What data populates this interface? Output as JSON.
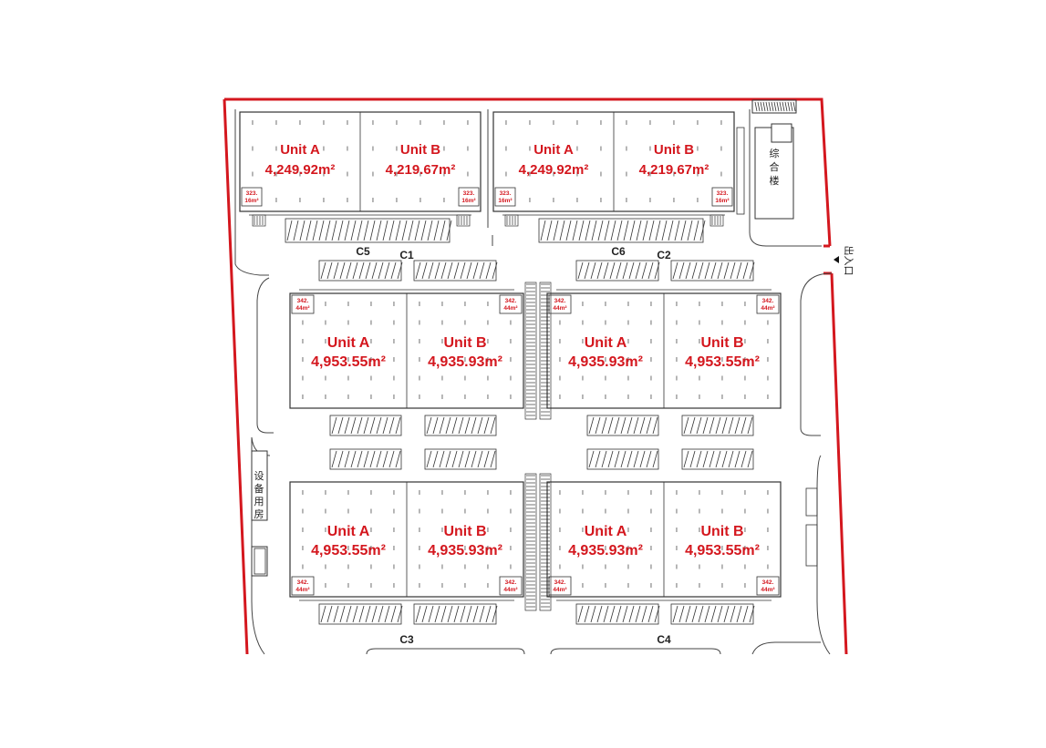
{
  "colors": {
    "boundary": "#d4171e",
    "label": "#d4171e",
    "line": "#333333"
  },
  "buildings": [
    {
      "id": "C5",
      "units": [
        {
          "name": "Unit A",
          "area": "4,249.92m²"
        },
        {
          "name": "Unit B",
          "area": "4,219.67m²"
        }
      ],
      "corner_left": [
        "323.",
        "16m²"
      ],
      "corner_right": [
        "323.",
        "16m²"
      ]
    },
    {
      "id": "C6",
      "units": [
        {
          "name": "Unit A",
          "area": "4,249.92m²"
        },
        {
          "name": "Unit B",
          "area": "4,219.67m²"
        }
      ],
      "corner_left": [
        "323.",
        "16m²"
      ],
      "corner_right": [
        "323.",
        "16m²"
      ]
    },
    {
      "id": "C1",
      "units": [
        {
          "name": "Unit A",
          "area": "4,953.55m²"
        },
        {
          "name": "Unit B",
          "area": "4,935.93m²"
        }
      ],
      "corner_left": [
        "342.",
        "44m²"
      ],
      "corner_right": [
        "342.",
        "44m²"
      ]
    },
    {
      "id": "C2",
      "units": [
        {
          "name": "Unit A",
          "area": "4,935.93m²"
        },
        {
          "name": "Unit B",
          "area": "4,953.55m²"
        }
      ],
      "corner_left": [
        "342.",
        "44m²"
      ],
      "corner_right": [
        "342.",
        "44m²"
      ]
    },
    {
      "id": "C3",
      "units": [
        {
          "name": "Unit A",
          "area": "4,953.55m²"
        },
        {
          "name": "Unit B",
          "area": "4,935.93m²"
        }
      ],
      "corner_left": [
        "342.",
        "44m²"
      ],
      "corner_right": [
        "342.",
        "44m²"
      ]
    },
    {
      "id": "C4",
      "units": [
        {
          "name": "Unit A",
          "area": "4,935.93m²"
        },
        {
          "name": "Unit B",
          "area": "4,953.55m²"
        }
      ],
      "corner_left": [
        "342.",
        "44m²"
      ],
      "corner_right": [
        "342.",
        "44m²"
      ]
    }
  ],
  "block_labels": [
    "C5",
    "C1",
    "C6",
    "C2",
    "C3",
    "C4"
  ],
  "facilities": {
    "office_building": "综合楼",
    "equipment_room": "设备用房",
    "entrance": "出入口"
  }
}
